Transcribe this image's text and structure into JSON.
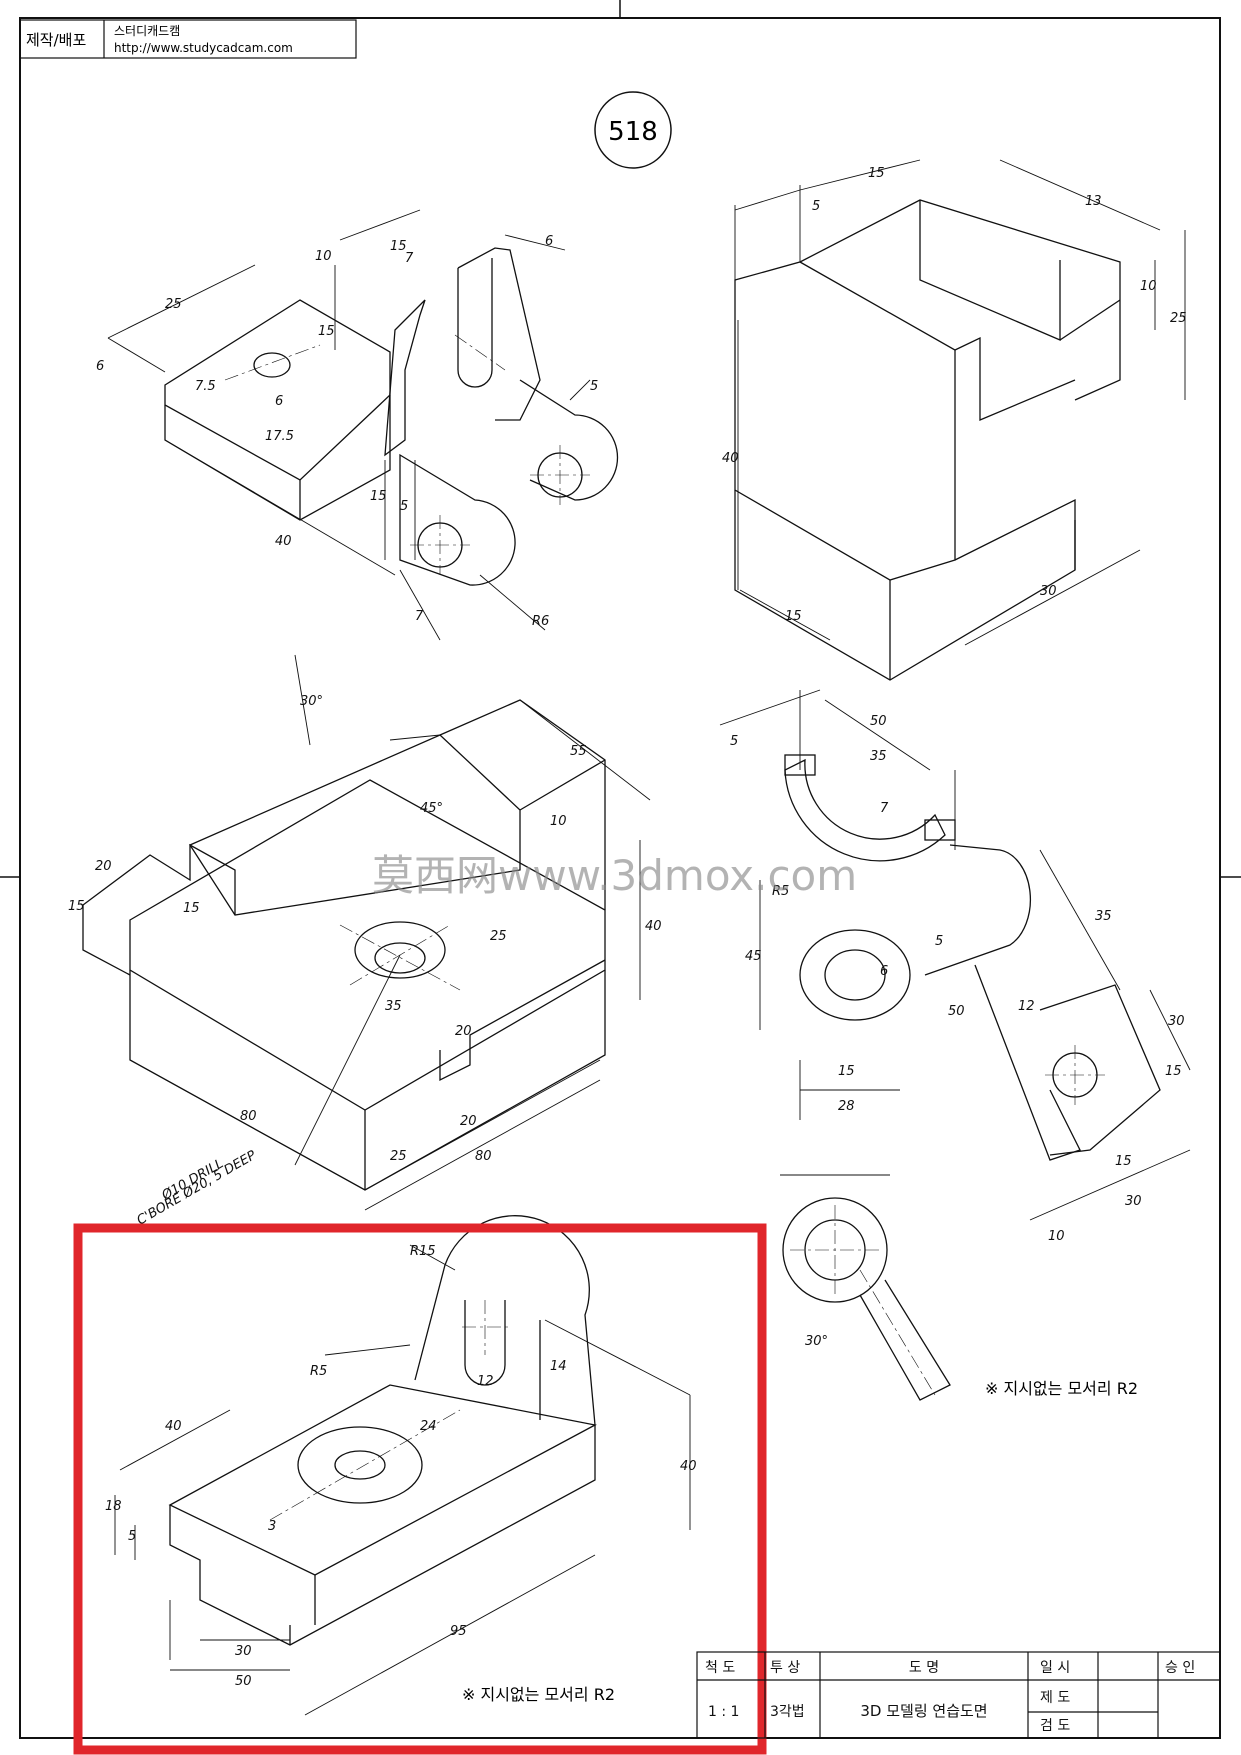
{
  "header": {
    "made_label": "제작/배포",
    "org_name": "스터디캐드캠",
    "org_url": "http://www.studycadcam.com"
  },
  "drawing_number": "518",
  "watermark": "莫西网www.3dmox.com",
  "notes": {
    "fillet_note_right": "※ 지시없는 모서리 R2",
    "fillet_note_bottom": "※ 지시없는 모서리 R2",
    "drill_note_line1": "Ø10 DRILL",
    "drill_note_line2": "C'BORE Ø20, 5 DEEP"
  },
  "title_block": {
    "scale_header": "척 도",
    "projection_header": "투 상",
    "name_header": "도 명",
    "date_header": "일 시",
    "approval_header": "승 인",
    "scale_value": "1 : 1",
    "projection_value": "3각법",
    "drawing_name": "3D 모델링 연습도면",
    "drawn_label": "제 도",
    "checked_label": "검 도"
  },
  "views": {
    "top_left": [
      "25",
      "6",
      "15",
      "7",
      "6",
      "10",
      "15",
      "5",
      "7.5",
      "6",
      "17.5",
      "40",
      "15",
      "5",
      "7",
      "R6"
    ],
    "top_right": [
      "5",
      "15",
      "13",
      "10",
      "25",
      "40",
      "15",
      "30"
    ],
    "mid_left": [
      "30°",
      "55",
      "45°",
      "10",
      "20",
      "15",
      "15",
      "40",
      "25",
      "35",
      "20",
      "20",
      "25",
      "80",
      "80"
    ],
    "mid_right": [
      "5",
      "50",
      "35",
      "7",
      "R5",
      "45",
      "5",
      "6",
      "35",
      "50",
      "12",
      "30",
      "15",
      "15",
      "28",
      "15",
      "30",
      "10",
      "30°"
    ],
    "bottom_left": [
      "R15",
      "R5",
      "12",
      "14",
      "40",
      "24",
      "40",
      "18",
      "5",
      "3",
      "30",
      "50",
      "95"
    ]
  },
  "colors": {
    "highlight": "#e0262b",
    "line": "#111111",
    "watermark": "#8a8a8a"
  }
}
